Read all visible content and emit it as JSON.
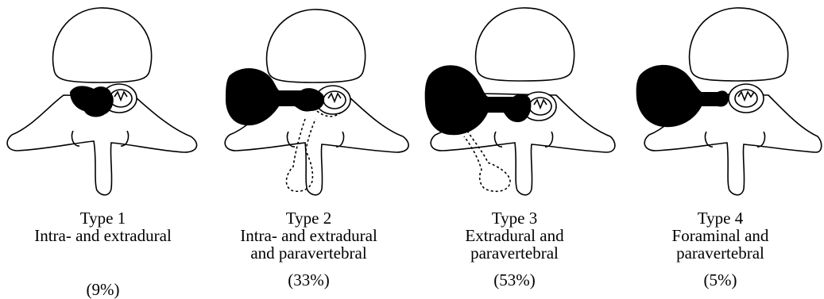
{
  "figure": {
    "panels": [
      {
        "type_label": "Type 1",
        "description": "Intra- and extradural",
        "percentage": "(9%)",
        "percentage_value": 9
      },
      {
        "type_label": "Type 2",
        "description": "Intra- and extradural\nand paravertebral",
        "percentage": "(33%)",
        "percentage_value": 33
      },
      {
        "type_label": "Type 3",
        "description": "Extradural and\nparavertebral",
        "percentage": "(53%)",
        "percentage_value": 53
      },
      {
        "type_label": "Type 4",
        "description": "Foraminal and\nparavertebral",
        "percentage": "(5%)",
        "percentage_value": 5
      }
    ]
  }
}
